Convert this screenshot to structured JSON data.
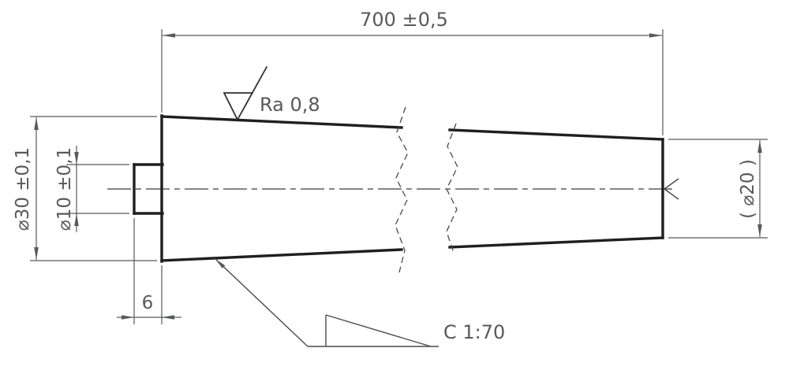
{
  "labels": {
    "overall_length": "700 ±0,5",
    "surface_roughness": "Ra 0,8",
    "diameter_left": "⌀30 ±0,1",
    "diameter_stub": "⌀10 ±0,1",
    "diameter_right_ref": "( ⌀20 )",
    "stub_length": "6",
    "taper_ratio": "C 1:70"
  },
  "colors": {
    "background": "#ffffff",
    "part_outline": "#1f1f1f",
    "dimension_lines": "#58595b",
    "text": "#58595b"
  }
}
